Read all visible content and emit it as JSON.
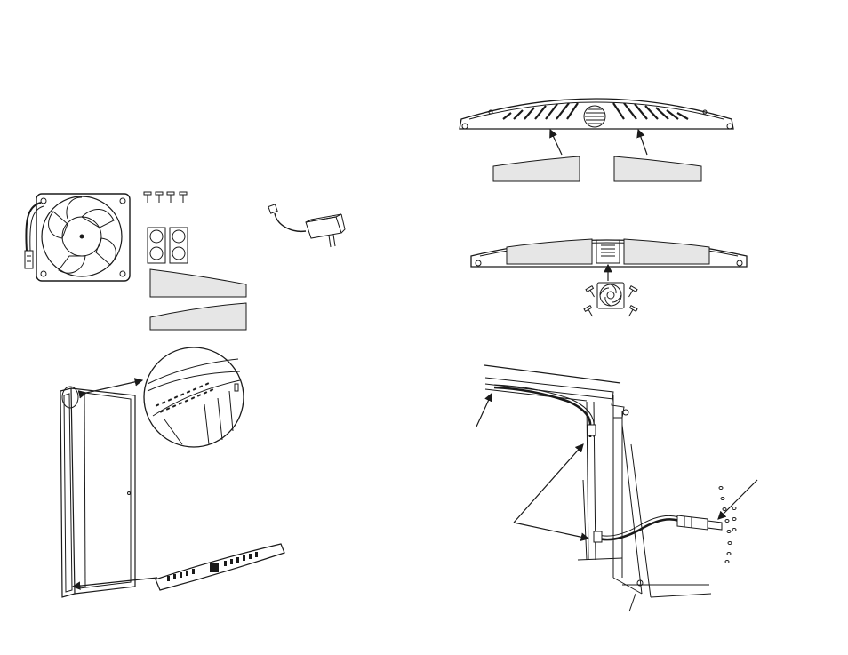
{
  "page": {
    "description_visible_text": ""
  },
  "colors": {
    "line": "#1a1a1a",
    "fill_gray": "#e6e6e6",
    "fill_dark": "#333333",
    "background": "#ffffff"
  },
  "parts": {
    "screws_count": 4,
    "adhesive_pads_count": 4,
    "filter_strips_count": 2,
    "mount_screws_count": 4
  },
  "icons": [
    "fan-icon",
    "screw-icon",
    "power-adapter-icon",
    "adhesive-pad-icon",
    "filter-strip-icon",
    "door-frame-icon",
    "vent-grille-icon",
    "cable-icon",
    "arrow-icon"
  ]
}
